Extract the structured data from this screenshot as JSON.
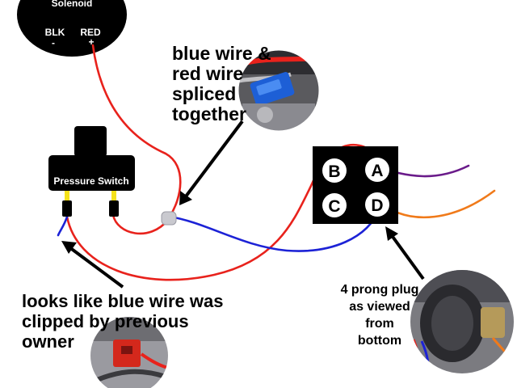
{
  "solenoid": {
    "title": "Solenoid",
    "terminal_left": "BLK",
    "terminal_left_sign": "-",
    "terminal_right": "RED",
    "terminal_right_sign": "+"
  },
  "pressure_switch": {
    "label": "Pressure Switch"
  },
  "plug": {
    "pins": [
      "B",
      "A",
      "C",
      "D"
    ]
  },
  "annotations": {
    "splice": [
      "blue wire &",
      "red wire",
      "spliced",
      "together"
    ],
    "clipped": [
      "looks like blue wire was",
      "clipped by previous",
      "owner"
    ],
    "plug_view": [
      "4 prong plug",
      "as viewed",
      "from",
      "bottom"
    ]
  },
  "colors": {
    "red_wire": "#e8221c",
    "blue_wire": "#1c22d6",
    "purple_wire": "#6a1b8a",
    "orange_wire": "#f07a1a",
    "terminal_yellow": "#f5e21a",
    "component": "#000000"
  }
}
